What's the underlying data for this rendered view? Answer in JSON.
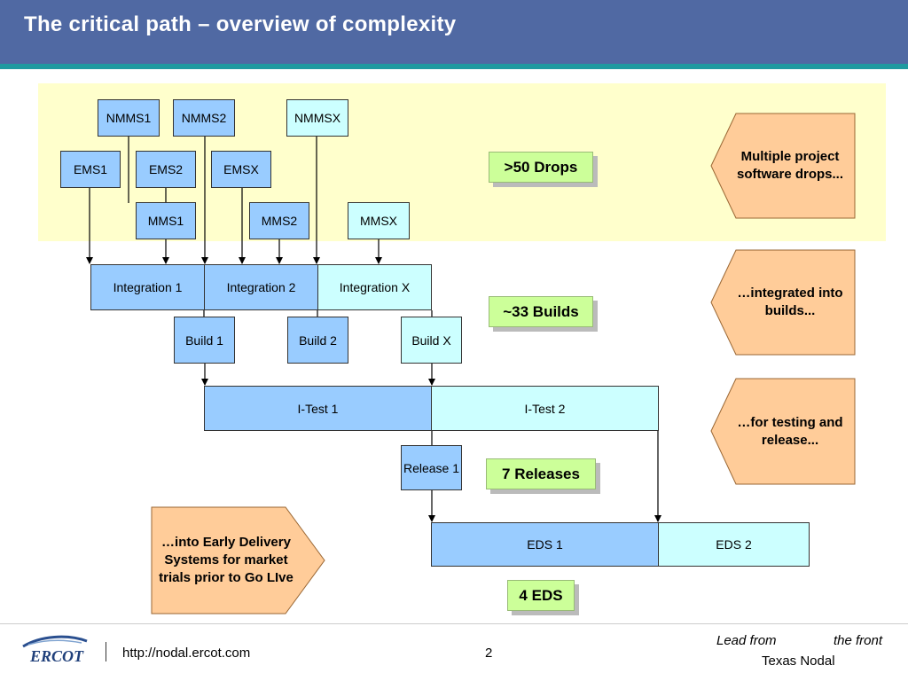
{
  "header": {
    "title": "The critical path – overview of complexity"
  },
  "diagram": {
    "nmms1": "NMMS1",
    "nmms2": "NMMS2",
    "nmmsx": "NMMSX",
    "ems1": "EMS1",
    "ems2": "EMS2",
    "emsx": "EMSX",
    "mms1": "MMS1",
    "mms2": "MMS2",
    "mmsx": "MMSX",
    "integration1": "Integration 1",
    "integration2": "Integration 2",
    "integrationx": "Integration X",
    "build1": "Build 1",
    "build2": "Build 2",
    "buildx": "Build X",
    "itest1": "I-Test 1",
    "itest2": "I-Test 2",
    "release1": "Release 1",
    "eds1": "EDS 1",
    "eds2": "EDS 2"
  },
  "counts": {
    "drops": ">50 Drops",
    "builds": "~33 Builds",
    "releases": "7 Releases",
    "eds": "4 EDS"
  },
  "callouts": {
    "drops": "Multiple project software drops...",
    "builds": "…integrated into builds...",
    "testing": "…for testing and release...",
    "eds": "…into Early Delivery Systems for market trials prior to Go LIve"
  },
  "footer": {
    "logo_text": "ERCOT",
    "url": "http://nodal.ercot.com",
    "page": "2",
    "lead": "Lead from",
    "front": "the front",
    "nodal": "Texas Nodal"
  },
  "colors": {
    "header": "#5069a3",
    "accent": "#1f9aa0",
    "band": "#ffffcc",
    "blue_box": "#99ccff",
    "cyan_box": "#ccffff",
    "count_box": "#ccff99",
    "callout": "#ffcc99"
  }
}
